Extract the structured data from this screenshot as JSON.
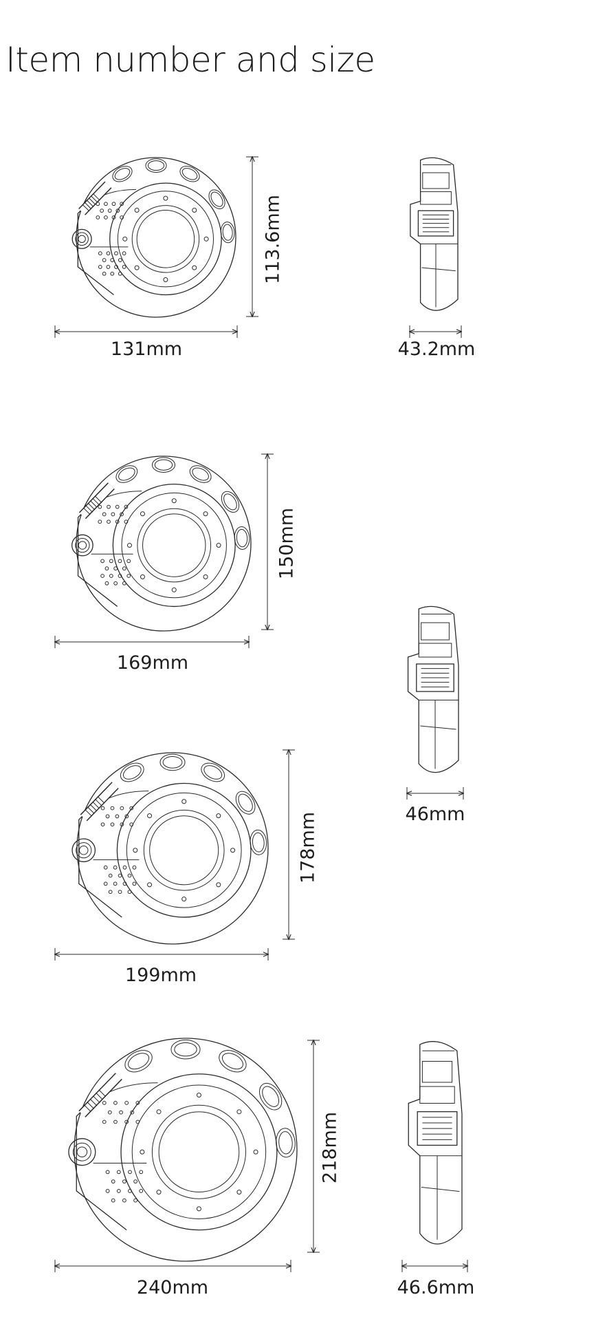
{
  "title": "Item number and size",
  "items": [
    {
      "width": "131mm",
      "height": "113.6mm",
      "depth": "43.2mm"
    },
    {
      "width": "169mm",
      "height": "150mm",
      "depth": "46mm"
    },
    {
      "width": "199mm",
      "height": "178mm"
    },
    {
      "width": "240mm",
      "height": "218mm",
      "depth": "46.6mm"
    }
  ]
}
